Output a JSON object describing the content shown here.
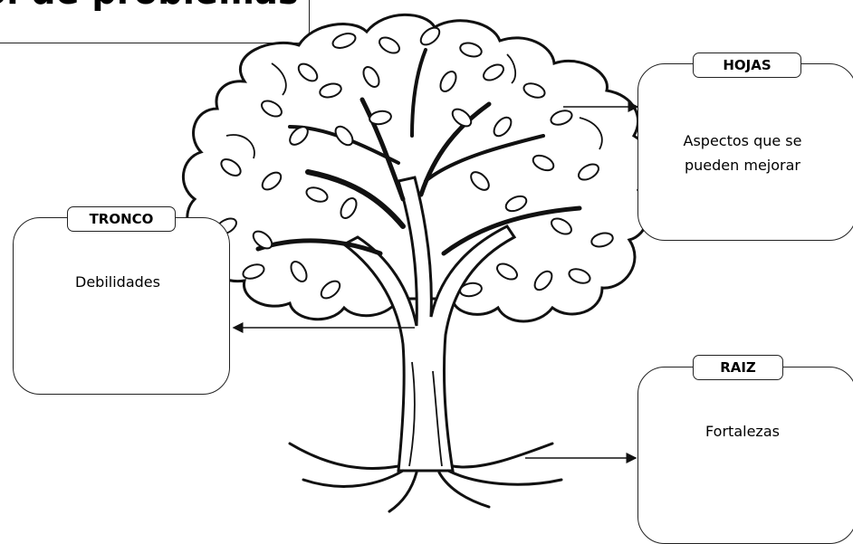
{
  "title": "ol de problemas",
  "boxes": {
    "hojas": {
      "label": "HOJAS",
      "text": "Aspectos que se pueden mejorar"
    },
    "tronco": {
      "label": "TRONCO",
      "text": "Debilidades"
    },
    "raiz": {
      "label": "RAIZ",
      "text": "Fortalezas"
    }
  },
  "colors": {
    "ink": "#111111",
    "background": "#ffffff"
  }
}
